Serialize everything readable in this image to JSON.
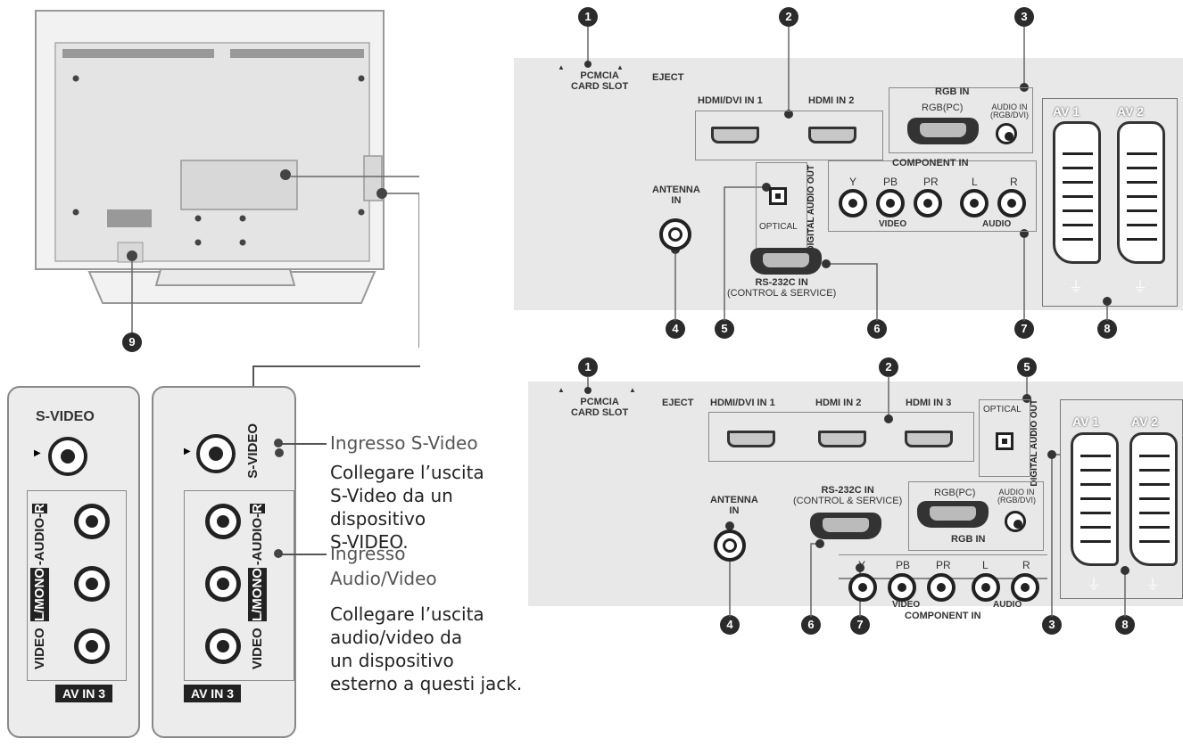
{
  "callouts": [
    "1",
    "2",
    "3",
    "4",
    "5",
    "6",
    "7",
    "8",
    "9"
  ],
  "panel_labels": {
    "pcmcia": "PCMCIA",
    "card_slot": "CARD SLOT",
    "eject": "EJECT",
    "hdmi_dvi_in_1": "HDMI/DVI IN 1",
    "hdmi_in_2": "HDMI IN 2",
    "hdmi_in_3": "HDMI IN 3",
    "rgb_in": "RGB IN",
    "rgb_pc": "RGB(PC)",
    "audio_in": "AUDIO IN",
    "rgb_dvi": "(RGB/DVI)",
    "component_in": "COMPONENT IN",
    "antenna": "ANTENNA",
    "antenna_in": "IN",
    "optical": "OPTICAL",
    "digital_audio_out": "DIGITAL AUDIO OUT",
    "rs232c_in": "RS-232C IN",
    "control_service": "(CONTROL & SERVICE)",
    "y": "Y",
    "pb": "PB",
    "pr": "PR",
    "l": "L",
    "r": "R",
    "video": "VIDEO",
    "audio": "AUDIO",
    "av1": "AV 1",
    "av2": "AV 2"
  },
  "side_panel": {
    "s_video": "S-VIDEO",
    "r": "R",
    "audio": "AUDIO",
    "l_mono": "L/MONO",
    "video": "VIDEO",
    "av_in_3": "AV IN 3"
  },
  "descriptions": {
    "svideo_title": "Ingresso S-Video",
    "svideo_body": [
      "Collegare l’uscita",
      "S-Video da un",
      "dispositivo",
      "S-VIDEO."
    ],
    "av_title": [
      "Ingresso",
      "Audio/Video"
    ],
    "av_body": [
      "Collegare l’uscita",
      "audio/video da",
      "un dispositivo",
      "esterno a questi jack."
    ]
  }
}
